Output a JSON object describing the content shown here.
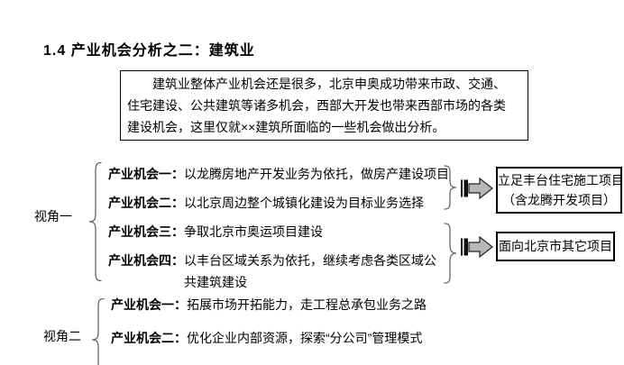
{
  "slide": {
    "title": "1.4 产业机会分析之二：建筑业"
  },
  "intro": {
    "lines": [
      "建筑业整体产业机会还是很多，北京申奥成功带来市政、交通、",
      "住宅建设、公共建筑等诸多机会，西部大开发也带来西部市场的各类",
      "建设机会，这里仅就××建筑所面临的一些机会做出分析。"
    ]
  },
  "perspective1": {
    "label": "视角一",
    "items": [
      {
        "term": "产业机会一：",
        "desc": "以龙腾房地产开发业务为依托，做房产建设项目"
      },
      {
        "term": "产业机会二：",
        "desc": "以北京周边整个城镇化建设为目标业务选择"
      },
      {
        "term": "产业机会三：",
        "desc": "争取北京市奥运项目建设"
      },
      {
        "term": "产业机会四：",
        "desc": "以丰台区域关系为依托，继续考虑各类区域公",
        "desc2": "共建筑建设"
      }
    ],
    "outcome1": {
      "line1": "立足丰台住宅施工项目",
      "line2": "（含龙腾开发项目）"
    },
    "outcome2": {
      "line1": "面向北京市其它项目"
    }
  },
  "perspective2": {
    "label": "视角二",
    "items": [
      {
        "term": "产业机会一：",
        "desc": "拓展市场开拓能力，走工程总承包业务之路"
      },
      {
        "term": "产业机会二：",
        "desc": "优化企业内部资源，探索“分公司”管理模式"
      }
    ]
  },
  "icons": {
    "arrow1": "striped-right-arrow",
    "arrow2": "striped-right-arrow",
    "brace_left_1": "curly-brace-left",
    "brace_left_2": "curly-brace-left",
    "brace_right_1": "curly-brace-right",
    "brace_right_2": "curly-brace-right"
  },
  "colors": {
    "background": "#ffffff",
    "text": "#000000",
    "box_border": "#000000",
    "arrow_fill": "#b8b8b8",
    "arrow_outline": "#222222",
    "arrow_tail": "#111111",
    "brace": "#666666"
  }
}
